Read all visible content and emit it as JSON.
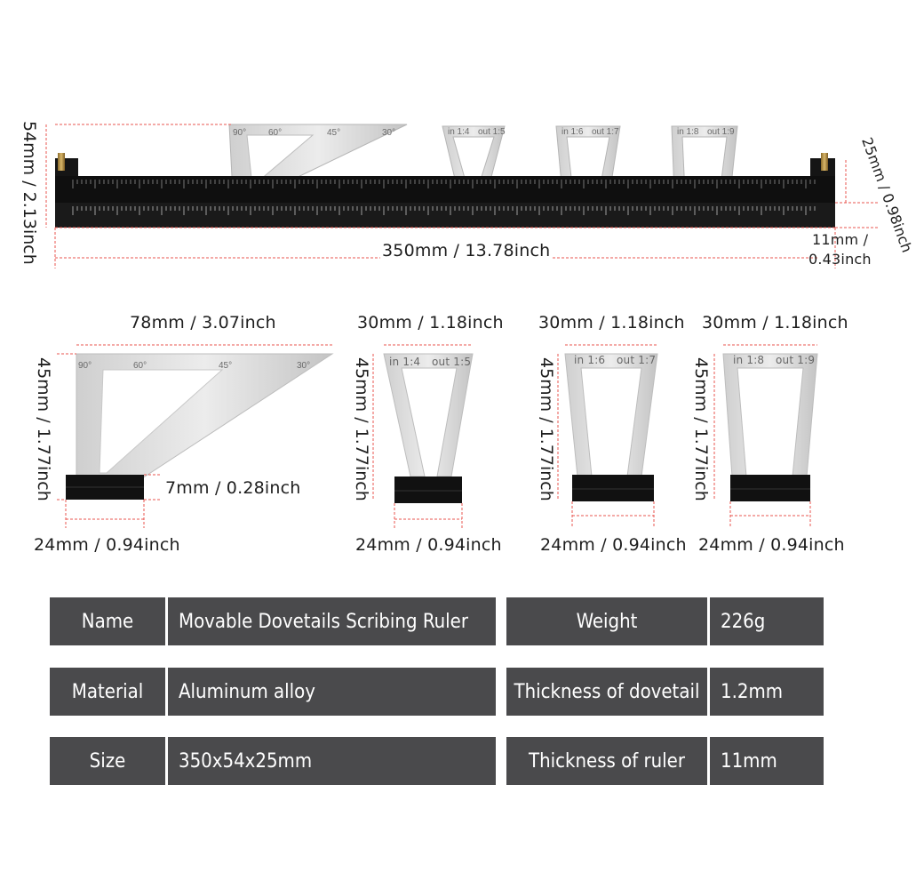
{
  "dimensions": {
    "ruler_height": "54mm / 2.13inch",
    "ruler_depth": "25mm / 0.98inch",
    "ruler_length": "350mm / 13.78inch",
    "ruler_thickness_line1": "11mm /",
    "ruler_thickness_line2": "0.43inch",
    "square_width": "78mm / 3.07inch",
    "square_height": "45mm / 1.77inch",
    "square_base": "24mm / 0.94inch",
    "square_base_height": "7mm / 0.28inch",
    "gauge1_width": "30mm / 1.18inch",
    "gauge1_height": "45mm / 1.77inch",
    "gauge1_base": "24mm / 0.94inch",
    "gauge2_width": "30mm / 1.18inch",
    "gauge2_height": "45mm / 1.77inch",
    "gauge2_base": "24mm / 0.94inch",
    "gauge3_width": "30mm / 1.18inch",
    "gauge3_height": "45mm / 1.77inch",
    "gauge3_base": "24mm / 0.94inch"
  },
  "angle_labels": [
    "90°",
    "60°",
    "45°",
    "30°"
  ],
  "gauge_labels": [
    {
      "in": "in 1:4",
      "out": "out 1:5"
    },
    {
      "in": "in 1:6",
      "out": "out 1:7"
    },
    {
      "in": "in 1:8",
      "out": "out 1:9"
    }
  ],
  "specs": [
    {
      "label": "Name",
      "value": "Movable Dovetails Scribing Ruler"
    },
    {
      "label": "Weight",
      "value": "226g"
    },
    {
      "label": "Material",
      "value": "Aluminum alloy"
    },
    {
      "label": "Thickness of dovetail",
      "value": "1.2mm"
    },
    {
      "label": "Size",
      "value": "350x54x25mm"
    },
    {
      "label": "Thickness of ruler",
      "value": "11mm"
    }
  ],
  "colors": {
    "table_bg": "#4a4a4c",
    "dim_line": "#e8564f",
    "ruler": "#0d0d0d",
    "metal": "#d8d8d8"
  }
}
